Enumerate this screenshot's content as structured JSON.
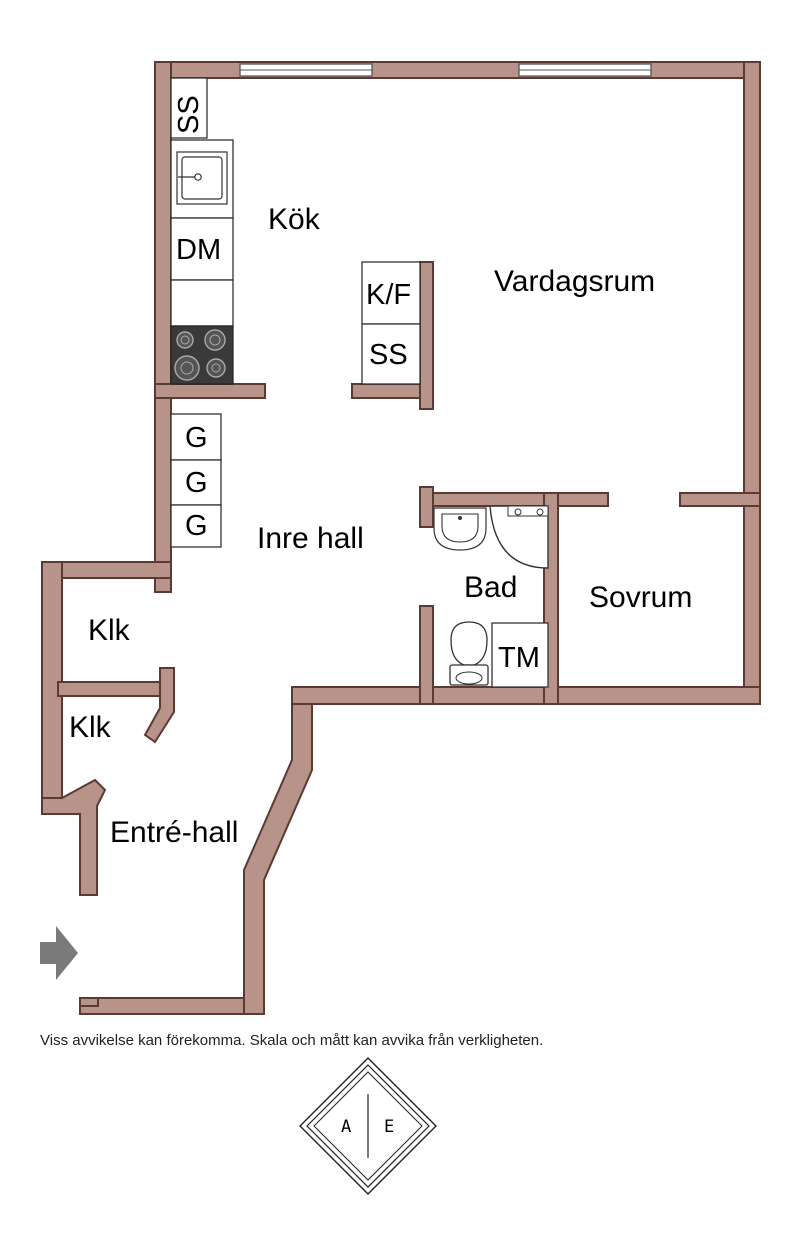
{
  "rooms": {
    "kok": "Kök",
    "vardagsrum": "Vardagsrum",
    "inre_hall": "Inre hall",
    "bad": "Bad",
    "sovrum": "Sovrum",
    "klk_upper": "Klk",
    "klk_lower": "Klk",
    "entre_hall": "Entré-hall"
  },
  "fixtures": {
    "ss_top": "SS",
    "dm": "DM",
    "kf": "K/F",
    "ss_island": "SS",
    "g1": "G",
    "g2": "G",
    "g3": "G",
    "tm": "TM"
  },
  "disclaimer": "Viss avvikelse kan förekomma. Skala och mått kan avvika från verkligheten.",
  "compass": {
    "left": "A",
    "right": "E"
  },
  "colors": {
    "wall": "#b8938a",
    "wall_outline": "#5a3a33",
    "stove": "#3a3a3a"
  },
  "icons": {
    "entrance": "entrance-arrow-icon"
  }
}
